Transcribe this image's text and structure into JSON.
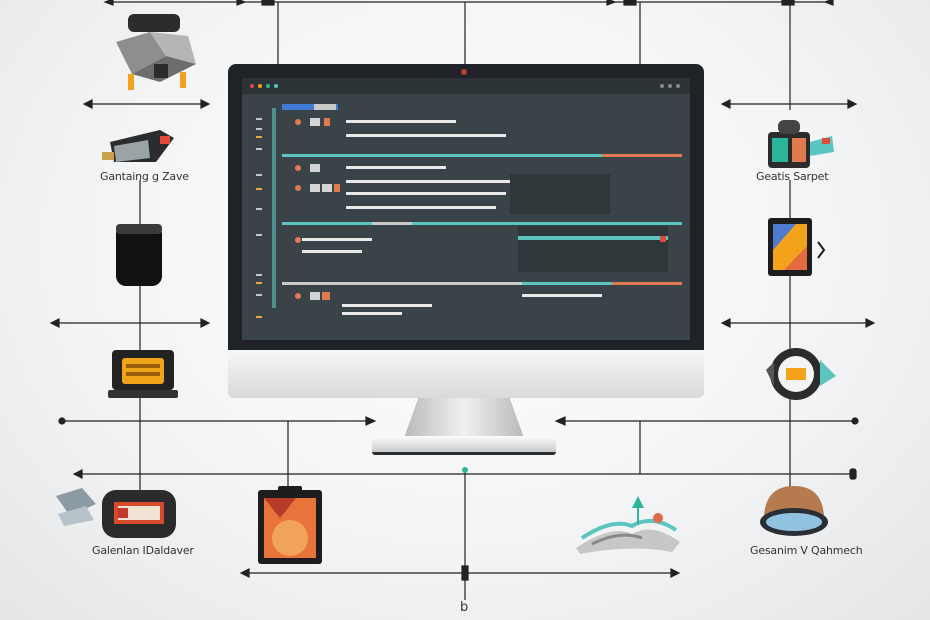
{
  "labels": {
    "top_left": "Gantaing g Zave",
    "top_right": "Geatis Sarpet",
    "bottom_left": "Galenlan IDaldaver",
    "bottom_right": "Gesanim V Qahmech",
    "bottom_center": "b"
  },
  "colors": {
    "accent_teal": "#5bc6c0",
    "accent_orange": "#e07b4f",
    "accent_blue": "#3e7bd6",
    "screen_bg": "#3a4347",
    "bezel": "#1f2327"
  },
  "icons": {
    "top_left": "security-camera-icon",
    "upper_left": "projector-icon",
    "middle_left": "speaker-icon",
    "lower_left": "router-icon",
    "bottom_left": "server-panel-icon",
    "bottom_center_left": "display-panel-icon",
    "bottom_center_right": "landscape-illustration-icon",
    "bottom_right": "dome-camera-icon",
    "upper_right": "robot-camera-icon",
    "middle_right": "tablet-icon",
    "lower_right": "smart-thermostat-icon"
  }
}
